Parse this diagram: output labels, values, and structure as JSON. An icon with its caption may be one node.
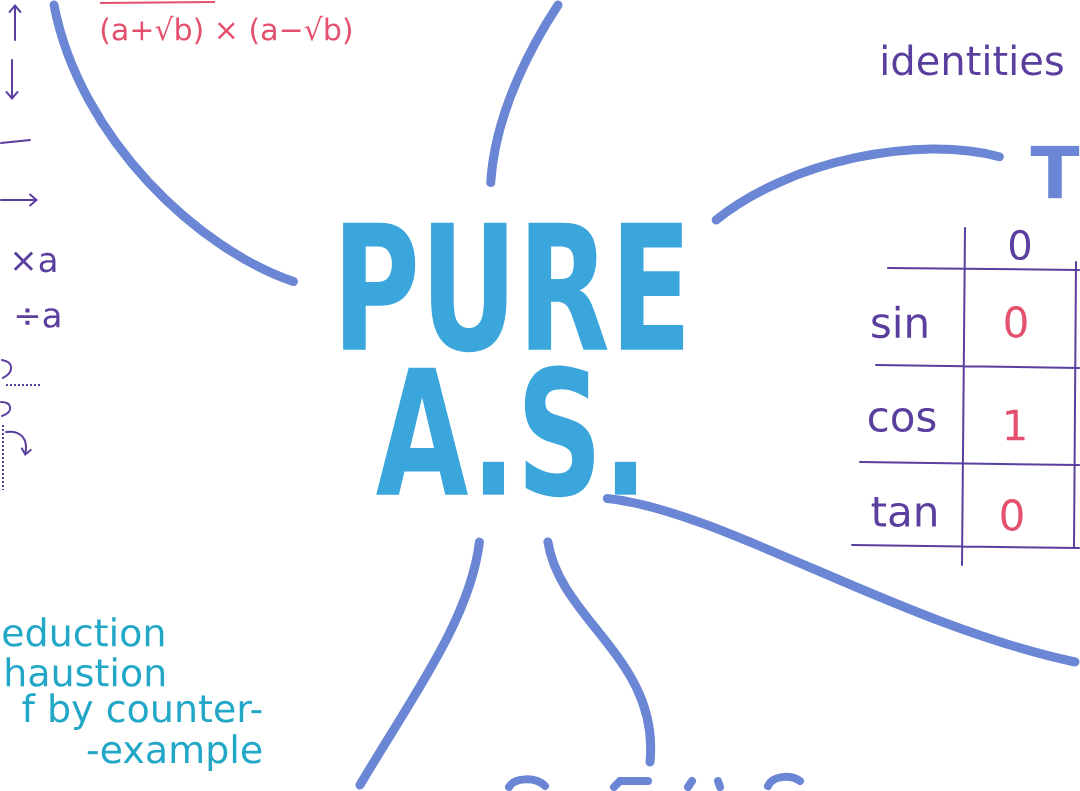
{
  "diagram": {
    "nodes": [
      {
        "text": [
          "PURE A.S."
        ]
      },
      {
        "text": [
          "T"
        ]
      }
    ],
    "edges": [
      {
        "from": 0,
        "to": null,
        "arrow": "none"
      },
      {
        "from": 0,
        "to": null,
        "arrow": "none"
      },
      {
        "from": 0,
        "to": 1,
        "arrow": "none"
      },
      {
        "from": 0,
        "to": null,
        "arrow": "none"
      },
      {
        "from": 0,
        "to": null,
        "arrow": "none"
      },
      {
        "from": 0,
        "to": null,
        "arrow": "none"
      }
    ],
    "labels": [
      "(a+√b) × (a−√b)",
      "identities",
      "×a",
      "÷a",
      "0",
      "sin",
      "0",
      "cos",
      "1",
      "tan",
      "0",
      "eduction",
      "haustion",
      "f by counter- -example"
    ]
  }
}
